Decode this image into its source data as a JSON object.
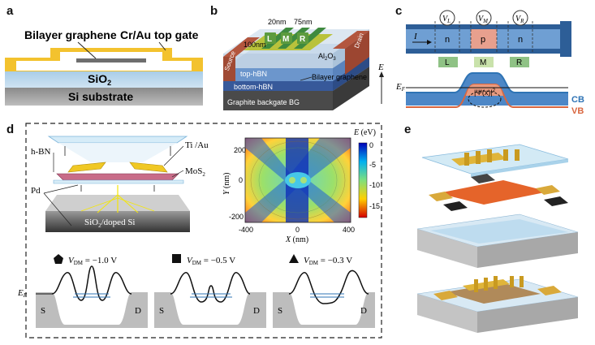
{
  "panels": {
    "a": {
      "label": "a",
      "bilayer": "Bilayer graphene",
      "topgate": "Cr/Au top gate",
      "sio2": "SiO",
      "sio2_sub": "2",
      "substrate": "Si substrate"
    },
    "b": {
      "label": "b",
      "dim1": "20nm",
      "dim2": "75nm",
      "dim3": "100nm",
      "gate_L": "L",
      "gate_M": "M",
      "gate_R": "R",
      "source": "Source",
      "drain": "Drain",
      "al2o3": "Al",
      "al2o3_sub": "2",
      "al2o3_tail": "O",
      "al2o3_sub2": "3",
      "top_hbn": "top-hBN",
      "bilayer": "Bilayer graphene",
      "bottom_hbn": "bottom-hBN",
      "backgate": "Graphite backgate BG",
      "energy_axis": "E"
    },
    "c": {
      "label": "c",
      "current": "I",
      "gate_VL": "V",
      "gate_VL_sub": "L",
      "gate_VM": "V",
      "gate_VM_sub": "M",
      "gate_VR": "V",
      "gate_VR_sub": "R",
      "region_n1": "n",
      "region_p": "p",
      "region_n2": "n",
      "dot_L": "L",
      "dot_M": "M",
      "dot_R": "R",
      "fermi": "E",
      "fermi_sub": "F",
      "psi": "|Ψ(x)|",
      "psi_sup": "2",
      "cb": "CB",
      "vb": "VB",
      "colors": {
        "cb": "#2f74b5",
        "vb": "#d9663f",
        "p_region": "#e8a08e",
        "dots": "#8fc285"
      }
    },
    "d": {
      "label": "d",
      "hbn": "h-BN",
      "tiau": "Ti /Au",
      "mos2": "MoS",
      "mos2_sub": "2",
      "pd": "Pd",
      "substrate": "SiO",
      "substrate_sub": "2",
      "substrate_tail": "/doped Si",
      "colorbar_title": "E",
      "colorbar_unit": " (eV)",
      "colorbar_ticks": [
        "0",
        "-5",
        "-10",
        "-15"
      ],
      "map_y_label": "Y",
      "map_y_unit": " (nm)",
      "map_x_label": "X",
      "map_x_unit": " (nm)",
      "map_x_ticks": [
        "-400",
        "0",
        "400"
      ],
      "map_y_ticks": [
        "200",
        "0",
        "-200"
      ],
      "potentials": [
        {
          "symbol": "pentagon",
          "label": "V",
          "sub": "DM",
          "value": " = −1.0 V"
        },
        {
          "symbol": "square",
          "label": "V",
          "sub": "DM",
          "value": " = −0.5 V"
        },
        {
          "symbol": "triangle",
          "label": "V",
          "sub": "DM",
          "value": " = −0.3 V"
        }
      ],
      "source": "S",
      "drain": "D",
      "fermi": "E",
      "fermi_sub": "F"
    },
    "e": {
      "label": "e"
    }
  }
}
